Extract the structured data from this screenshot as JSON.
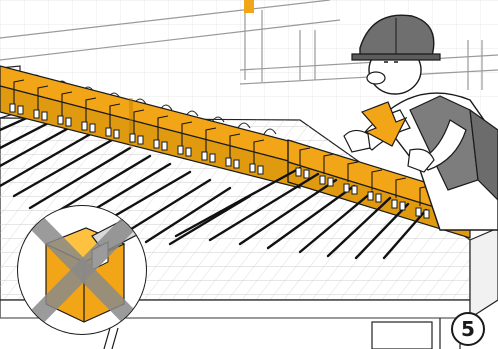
{
  "illustration": {
    "step_number": "5",
    "colors": {
      "accent": "#F2A516",
      "accent_dark": "#C98400",
      "outline": "#1A1A1A",
      "grid": "#BDBDBD",
      "background": "#FFFFFF",
      "wrong_mark": "#8A8A8A"
    },
    "icons": [
      "top-tab",
      "press-arrow-icon",
      "wrong-way-icon",
      "step-number-badge"
    ]
  }
}
